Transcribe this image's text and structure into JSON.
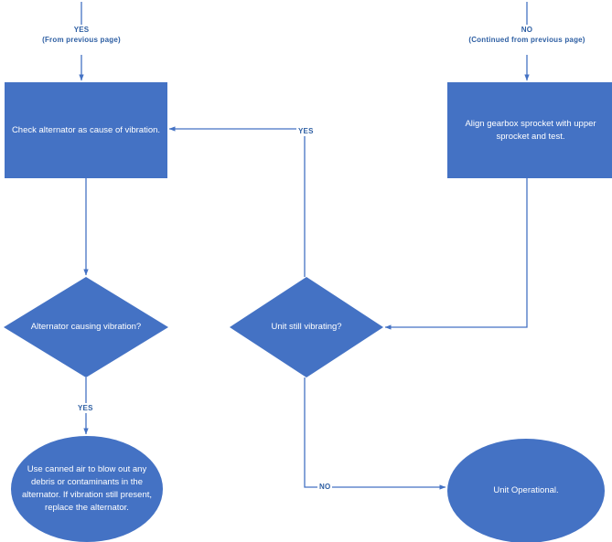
{
  "diagram": {
    "title": "Alternator vibration troubleshooting flowchart",
    "type": "flowchart",
    "colors": {
      "shape_fill": "#4472C4",
      "shape_text": "#FFFFFF",
      "connector_line": "#4472C4",
      "connector_label_text": "#2E5FA3",
      "background": "#FFFFFF"
    },
    "nodes": [
      {
        "id": "check-alternator",
        "shape": "process",
        "text": "Check alternator as cause of vibration."
      },
      {
        "id": "align-gearbox",
        "shape": "process",
        "text": "Align gearbox sprocket with upper sprocket and test."
      },
      {
        "id": "alternator-causing-vibration",
        "shape": "decision",
        "text": "Alternator causing vibration?"
      },
      {
        "id": "unit-still-vibrating",
        "shape": "decision",
        "text": "Unit still vibrating?"
      },
      {
        "id": "canned-air",
        "shape": "terminator",
        "text": "Use canned air to blow out any debris or contaminants in the alternator. If vibration still present, replace the alternator."
      },
      {
        "id": "unit-operational",
        "shape": "terminator",
        "text": "Unit Operational."
      }
    ],
    "connectors": [
      {
        "id": "entry-left",
        "from": "previous-page",
        "to": "check-alternator",
        "label": "YES",
        "sublabel": "(From previous page)"
      },
      {
        "id": "entry-right",
        "from": "previous-page",
        "to": "align-gearbox",
        "label": "NO",
        "sublabel": "(Continued from previous page)"
      },
      {
        "id": "check-to-decision1",
        "from": "check-alternator",
        "to": "alternator-causing-vibration",
        "label": ""
      },
      {
        "id": "decision2-to-check",
        "from": "unit-still-vibrating",
        "to": "check-alternator",
        "label": "YES"
      },
      {
        "id": "align-to-decision2",
        "from": "align-gearbox",
        "to": "unit-still-vibrating",
        "label": ""
      },
      {
        "id": "decision1-to-cannedair",
        "from": "alternator-causing-vibration",
        "to": "canned-air",
        "label": "YES"
      },
      {
        "id": "decision2-to-operational",
        "from": "unit-still-vibrating",
        "to": "unit-operational",
        "label": "NO"
      }
    ]
  }
}
